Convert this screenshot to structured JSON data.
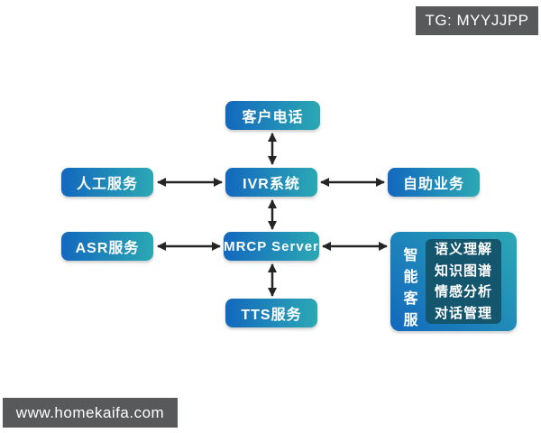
{
  "badges": {
    "telegram": "TG: MYYJJPP",
    "website": "www.homekaifa.com"
  },
  "diagram": {
    "title_implied": "IVR / MRCP intelligent customer service architecture",
    "nodes": {
      "customer_phone": {
        "label": "客户电话"
      },
      "manual_service": {
        "label": "人工服务"
      },
      "ivr_system": {
        "label": "IVR系统"
      },
      "self_service": {
        "label": "自助业务"
      },
      "asr_service": {
        "label": "ASR服务"
      },
      "mrcp_server": {
        "label": "MRCP Server"
      },
      "tts_service": {
        "label": "TTS服务"
      },
      "smart_customer_service": {
        "label": "智能客服",
        "label_chars": [
          "智",
          "能",
          "客",
          "服"
        ],
        "features": [
          "语义理解",
          "知识图谱",
          "情感分析",
          "对话管理"
        ]
      }
    },
    "connections": [
      {
        "from": "customer_phone",
        "to": "ivr_system",
        "bidirectional": true
      },
      {
        "from": "manual_service",
        "to": "ivr_system",
        "bidirectional": true
      },
      {
        "from": "ivr_system",
        "to": "self_service",
        "bidirectional": true
      },
      {
        "from": "ivr_system",
        "to": "mrcp_server",
        "bidirectional": true
      },
      {
        "from": "asr_service",
        "to": "mrcp_server",
        "bidirectional": true
      },
      {
        "from": "mrcp_server",
        "to": "smart_customer_service",
        "bidirectional": true
      },
      {
        "from": "mrcp_server",
        "to": "tts_service",
        "bidirectional": true
      }
    ],
    "colors": {
      "node_gradient_start": "#1368be",
      "node_gradient_end": "#2ba8b4",
      "smart_inner_panel": "#14566e",
      "arrow": "#252525",
      "badge_background": "#58595b",
      "text": "#ffffff",
      "background": "#ffffff"
    }
  }
}
